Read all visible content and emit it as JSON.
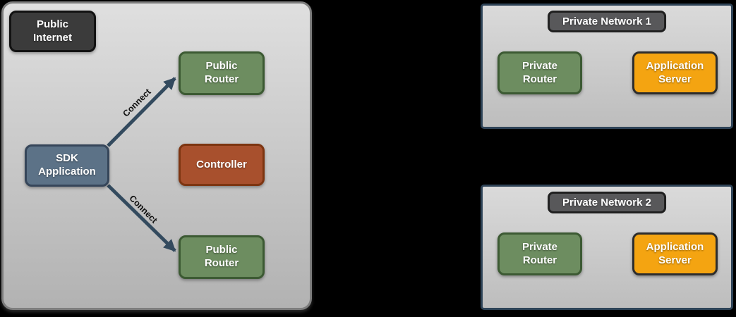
{
  "diagram": {
    "public_internet": {
      "badge_label": "Public Internet",
      "sdk_application_label": "SDK Application",
      "public_router_top_label": "Public Router",
      "controller_label": "Controller",
      "public_router_bottom_label": "Public Router",
      "connections": {
        "top_label": "Connect",
        "bottom_label": "Connect"
      }
    },
    "private_networks": [
      {
        "title": "Private Network 1",
        "private_router_label": "Private Router",
        "application_server_label": "Application Server"
      },
      {
        "title": "Private Network 2",
        "private_router_label": "Private Router",
        "application_server_label": "Application Server"
      }
    ],
    "colors": {
      "page_background": "#000000",
      "zone_fill_top": "#dfdfdf",
      "zone_fill_bottom": "#b2b2b2",
      "zone_border": "#7d7d7d",
      "network_border": "#2e4357",
      "internet_badge_fill": "#3b3b3b",
      "network_badge_fill": "#58585a",
      "router_green_fill": "#6d8d60",
      "router_green_border": "#3c5a33",
      "sdk_slate_fill": "#5c7287",
      "sdk_slate_border": "#36465a",
      "controller_rust_fill": "#a8502d",
      "controller_rust_border": "#7d3511",
      "server_orange_fill": "#f4a411",
      "server_orange_border": "#2d2d2d",
      "arrow_color": "#334a5e",
      "node_text": "#ffffff",
      "connect_text": "#101010"
    }
  }
}
